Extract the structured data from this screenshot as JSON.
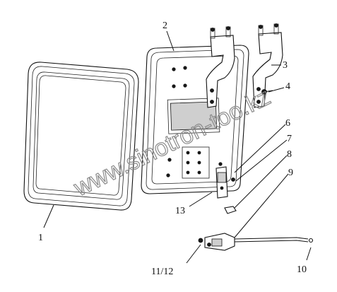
{
  "watermark": "www.sinotron-too.kz",
  "callouts": [
    "1",
    "2",
    "3",
    "4",
    "6",
    "7",
    "8",
    "9",
    "10",
    "11/12",
    "13"
  ]
}
